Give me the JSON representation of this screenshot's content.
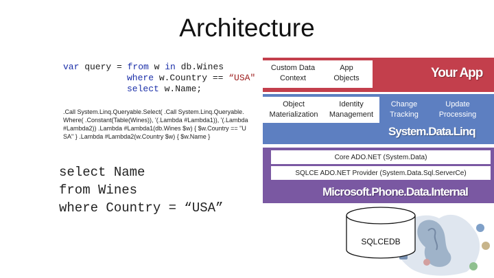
{
  "title": "Architecture",
  "code": {
    "line1": [
      "var",
      " query = ",
      "from",
      " w ",
      "in",
      " db.Wines"
    ],
    "line2": [
      "where",
      " w.Country == ",
      "“USA\""
    ],
    "line3": [
      "select",
      " w.Name;"
    ]
  },
  "expression_tree": ".Call System.Linq.Queryable.Select( .Call System.Linq.Queryable.Where( .Constant(Table(Wines)), '(.Lambda #Lambda1)), '(.Lambda #Lambda2)) .Lambda #Lambda1(db.Wines $w) { $w.Country == \"USA\" } .Lambda #Lambda2(w.Country $w) { $w.Name }",
  "sql": {
    "line1": "select Name",
    "line2": "from Wines",
    "line3": "where Country = “USA”"
  },
  "stack": {
    "app": {
      "custom_data_context": "Custom Data Context",
      "app_objects": "App Objects",
      "label": "Your App"
    },
    "linq": {
      "object_materialization": "Object Materialization",
      "identity_management": "Identity Management",
      "change_tracking": "Change Tracking",
      "update_processing": "Update Processing",
      "label": "System.Data.Linq"
    },
    "platform": {
      "core_ado": "Core ADO.NET (System.Data)",
      "sqlce_provider": "SQLCE ADO.NET Provider (System.Data.Sql.ServerCe)",
      "label": "Microsoft.Phone.Data.Internal"
    },
    "database": "SQLCEDB"
  },
  "colors": {
    "app_band": "#c33f4c",
    "linq_band": "#5d7fc1",
    "platform_band": "#7a58a2",
    "keyword": "#1a2ea8",
    "string": "#9b1a1a"
  }
}
